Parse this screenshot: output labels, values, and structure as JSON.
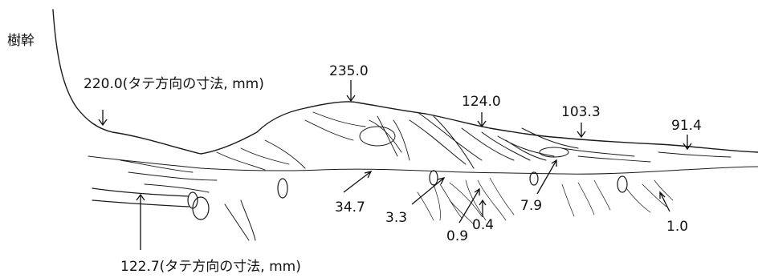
{
  "trunk_label": "樹幹",
  "labels": {
    "top_left": "220.0(タテ方向の寸法, mm)",
    "peak": "235.0",
    "mid_upper": "124.0",
    "right_upper": "103.3",
    "far_right": "91.4",
    "bottom_left": "122.7(タテ方向の寸法, mm)",
    "root_a": "34.7",
    "root_b": "3.3",
    "root_c": "0.9",
    "root_d": "0.4",
    "root_e": "7.9",
    "root_f": "1.0"
  }
}
